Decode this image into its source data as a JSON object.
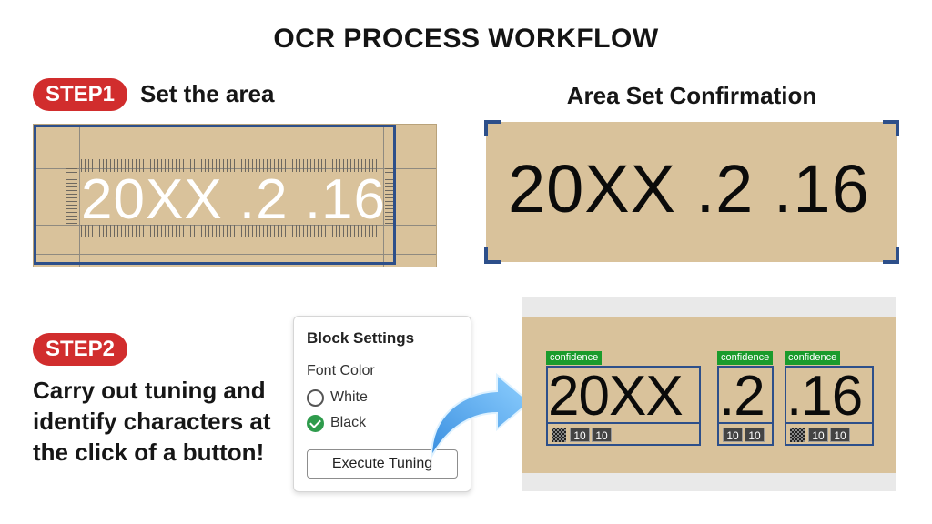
{
  "title": "OCR PROCESS WORKFLOW",
  "step1": {
    "badge": "STEP1",
    "title": "Set the area",
    "sample_text": "20XX .2 .16"
  },
  "confirmation": {
    "title": "Area Set Confirmation",
    "text": "20XX .2 .16"
  },
  "step2": {
    "badge": "STEP2",
    "description": "Carry out tuning and identify characters at the click of a button!"
  },
  "block_settings": {
    "title": "Block Settings",
    "font_color_label": "Font Color",
    "options": [
      {
        "label": "White",
        "checked": false
      },
      {
        "label": "Black",
        "checked": true
      }
    ],
    "execute_label": "Execute Tuning"
  },
  "results": {
    "confidence_label": "confidence",
    "blocks": [
      {
        "text": "20XX",
        "values": [
          "10",
          "10"
        ]
      },
      {
        "text": ".2",
        "values": [
          "10",
          "10"
        ]
      },
      {
        "text": ".16",
        "values": [
          "10",
          "10"
        ]
      }
    ]
  },
  "colors": {
    "accent_red": "#d12d2d",
    "frame_blue": "#2d4f8a",
    "label_background": "#d9c29b",
    "confidence_green": "#1a9b2c",
    "check_green": "#2e9b4c"
  }
}
